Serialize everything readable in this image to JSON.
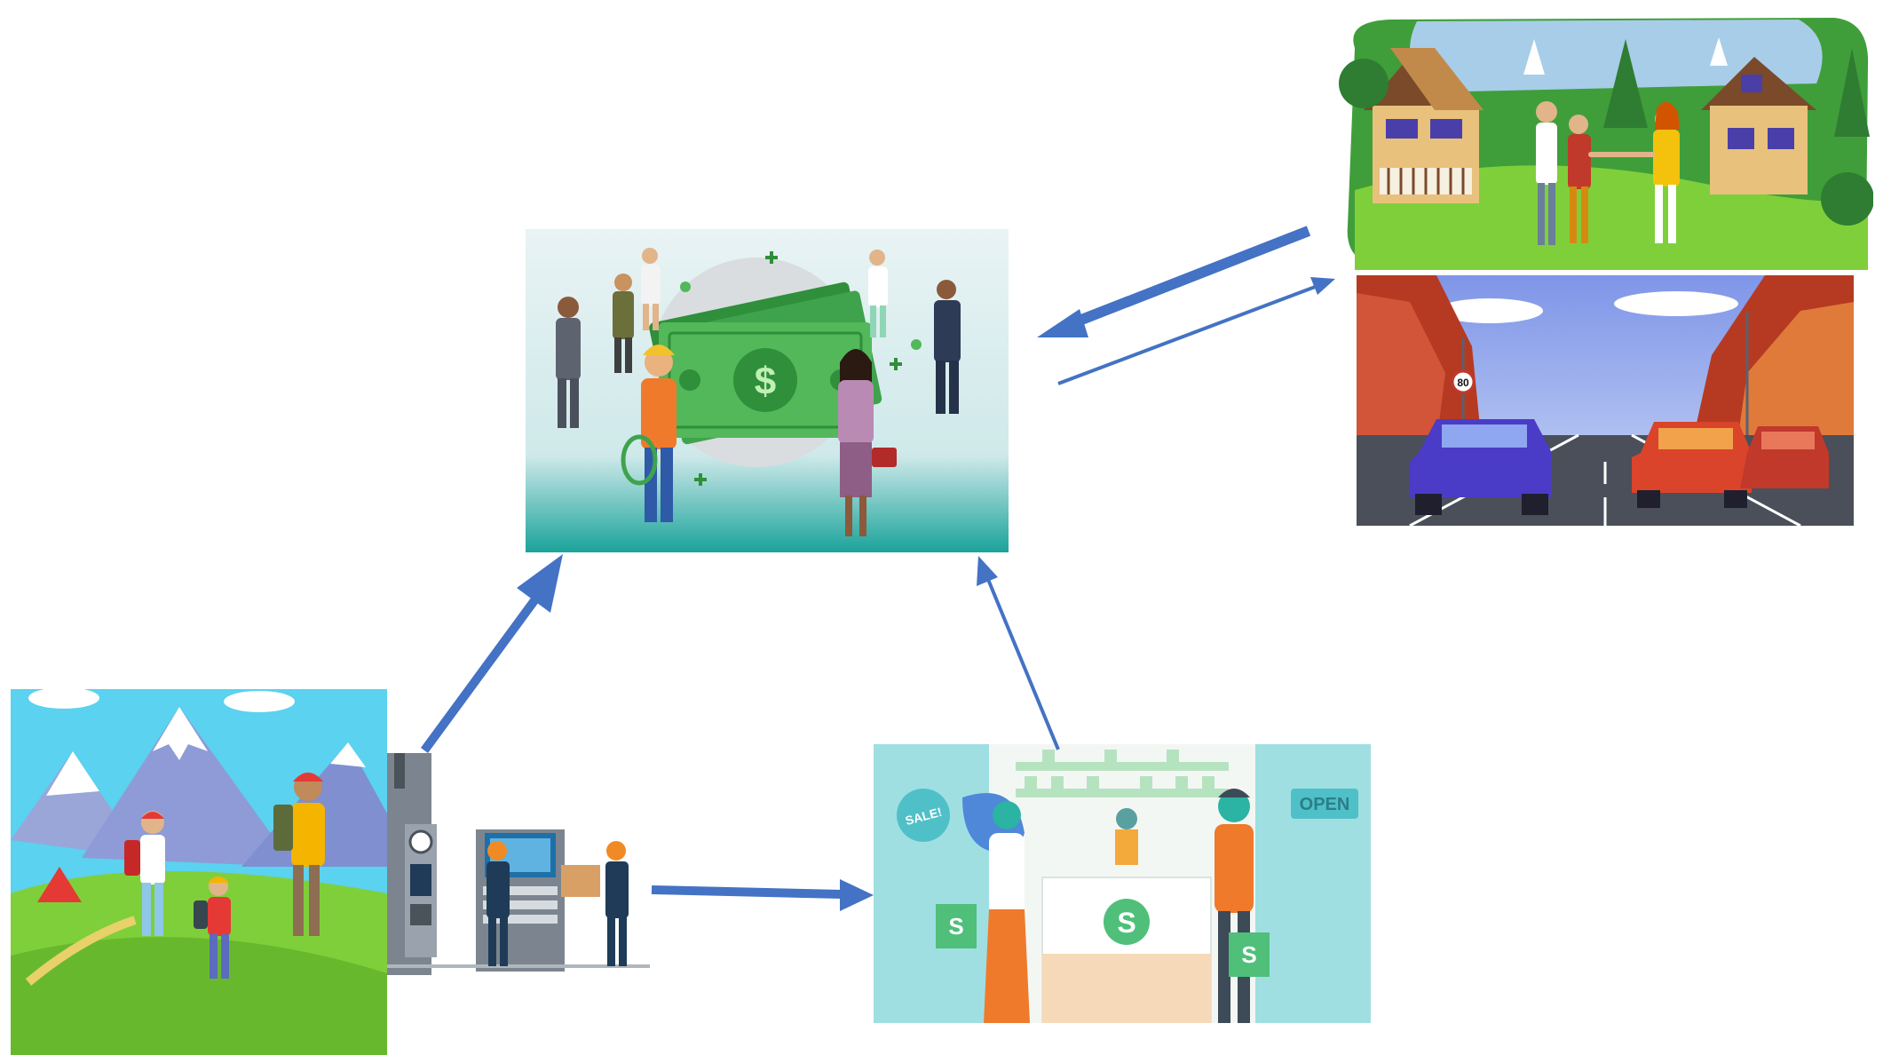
{
  "panels": {
    "money": {
      "currency_symbol": "$"
    },
    "suburb": {},
    "road": {
      "speed_sign": "80"
    },
    "hike": {},
    "factory": {},
    "shop": {
      "sale_sign": "SALE!",
      "open_sign": "OPEN",
      "counter_symbol": "S",
      "bag_symbol": "S"
    }
  },
  "colors": {
    "arrow": "#4472c4",
    "money_green": "#3fa34d",
    "teal": "#2bb3a3",
    "sky": "#5ad2f0",
    "grass": "#7fcf3a",
    "canyon": "#d2553a"
  },
  "icons": [
    "money-panel-icon",
    "suburb-panel-icon",
    "road-panel-icon",
    "hike-panel-icon",
    "factory-panel-icon",
    "shop-panel-icon"
  ]
}
